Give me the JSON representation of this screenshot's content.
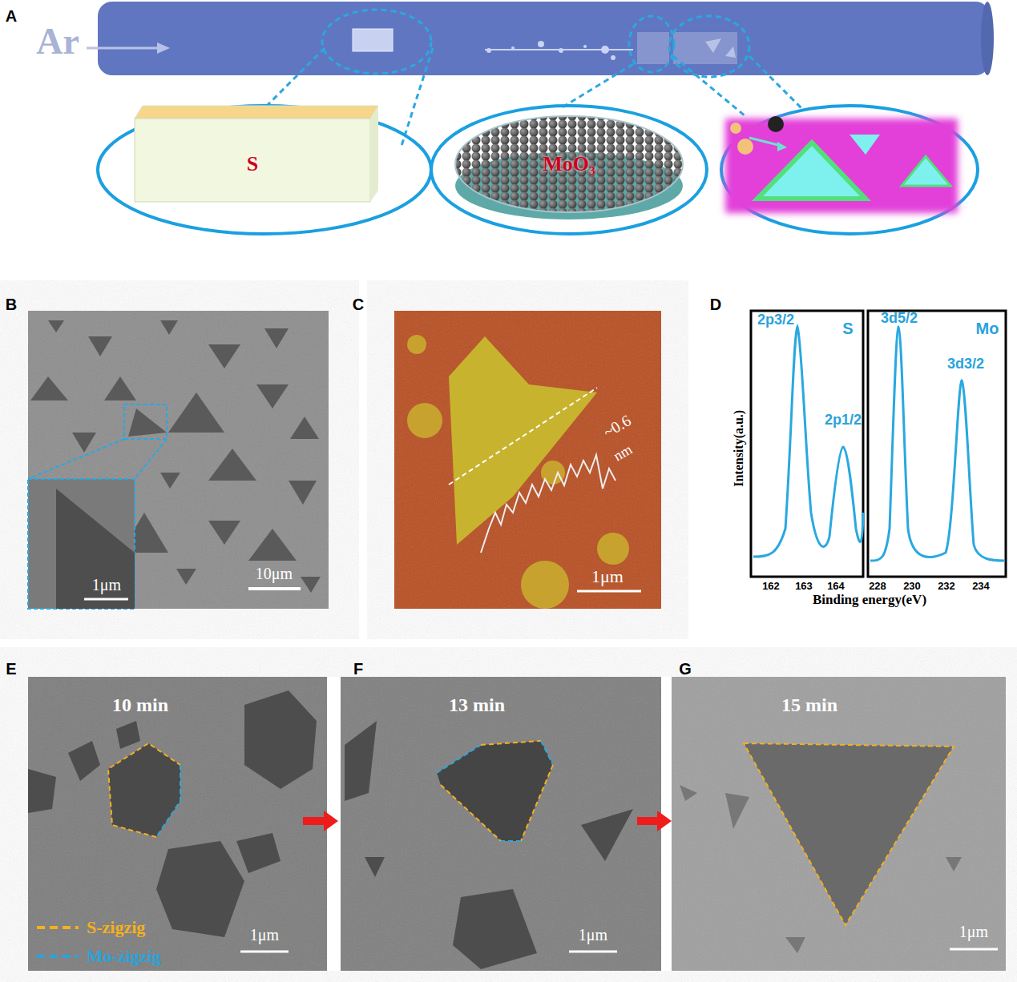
{
  "diagram": {
    "nodes": [
      {
        "text": [
          "S"
        ]
      },
      {
        "text": [
          "MoO₃"
        ]
      }
    ],
    "labels": [
      "A",
      "Ar",
      "B",
      "1μm",
      "10μm",
      "C",
      "~0.6",
      "nm",
      "1μm",
      "D",
      "2p3/2",
      "S",
      "2p1/2",
      "3d5/2",
      "Mo",
      "3d3/2",
      "Intensity(a.u.)",
      "162",
      "163",
      "164",
      "228",
      "230",
      "232",
      "234",
      "Binding energy(eV)",
      "E",
      "10 min",
      "1μm",
      "F",
      "13 min",
      "1μm",
      "G",
      "15 min",
      "1μm"
    ],
    "legend": [
      {
        "text": "S-zigzig"
      },
      {
        "text": "Mo-zigzig"
      }
    ]
  }
}
